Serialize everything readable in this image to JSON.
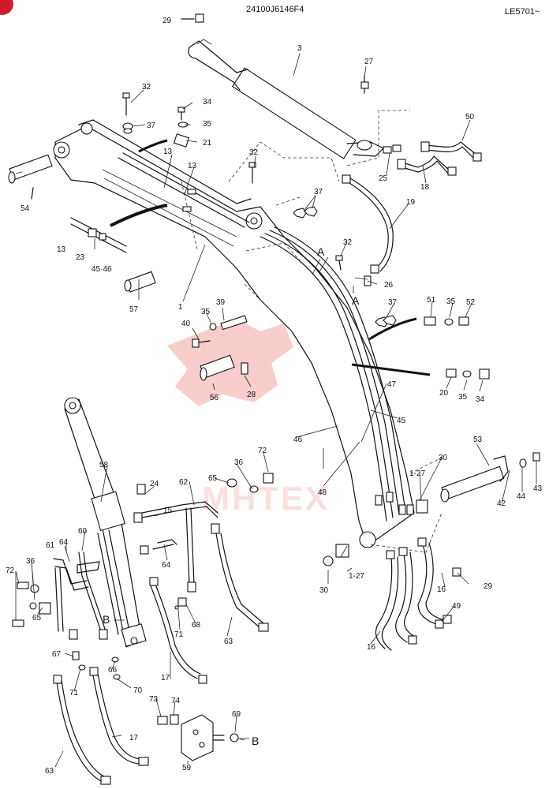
{
  "header": {
    "diagram_code": "24100J6146F4",
    "page_ref": "LE5701~"
  },
  "watermark": {
    "text": "MHTEX",
    "color": "#e8504a"
  },
  "corner_badge_color": "#d11a2a",
  "markers": {
    "A": "A",
    "B": "B"
  },
  "callouts": [
    {
      "id": "c1",
      "text": "29"
    },
    {
      "id": "c2",
      "text": "3"
    },
    {
      "id": "c3",
      "text": "27"
    },
    {
      "id": "c4",
      "text": "32"
    },
    {
      "id": "c5",
      "text": "34"
    },
    {
      "id": "c6",
      "text": "37"
    },
    {
      "id": "c7",
      "text": "35"
    },
    {
      "id": "c8",
      "text": "21"
    },
    {
      "id": "c9",
      "text": "50"
    },
    {
      "id": "c10",
      "text": "13"
    },
    {
      "id": "c11",
      "text": "13"
    },
    {
      "id": "c12",
      "text": "32"
    },
    {
      "id": "c13",
      "text": "25"
    },
    {
      "id": "c14",
      "text": "18"
    },
    {
      "id": "c15",
      "text": "54"
    },
    {
      "id": "c16",
      "text": "37"
    },
    {
      "id": "c17",
      "text": "19"
    },
    {
      "id": "c18",
      "text": "13"
    },
    {
      "id": "c19",
      "text": "23"
    },
    {
      "id": "c20",
      "text": "45·46"
    },
    {
      "id": "c21",
      "text": "32"
    },
    {
      "id": "c22",
      "text": "26"
    },
    {
      "id": "c23",
      "text": "57"
    },
    {
      "id": "c24",
      "text": "1"
    },
    {
      "id": "c25",
      "text": "39"
    },
    {
      "id": "c26",
      "text": "37"
    },
    {
      "id": "c27",
      "text": "51"
    },
    {
      "id": "c28",
      "text": "35"
    },
    {
      "id": "c29",
      "text": "52"
    },
    {
      "id": "c30",
      "text": "40"
    },
    {
      "id": "c31",
      "text": "35"
    },
    {
      "id": "c32",
      "text": "28"
    },
    {
      "id": "c33",
      "text": "56"
    },
    {
      "id": "c34",
      "text": "20"
    },
    {
      "id": "c35",
      "text": "35"
    },
    {
      "id": "c36",
      "text": "34"
    },
    {
      "id": "c37",
      "text": "47"
    },
    {
      "id": "c38",
      "text": "45"
    },
    {
      "id": "c39",
      "text": "46"
    },
    {
      "id": "c40",
      "text": "53"
    },
    {
      "id": "c41",
      "text": "58"
    },
    {
      "id": "c42",
      "text": "72"
    },
    {
      "id": "c43",
      "text": "36"
    },
    {
      "id": "c44",
      "text": "30"
    },
    {
      "id": "c45",
      "text": "48"
    },
    {
      "id": "c46",
      "text": "1-27"
    },
    {
      "id": "c47",
      "text": "42"
    },
    {
      "id": "c48",
      "text": "44"
    },
    {
      "id": "c49",
      "text": "43"
    },
    {
      "id": "c50",
      "text": "24"
    },
    {
      "id": "c51",
      "text": "62"
    },
    {
      "id": "c52",
      "text": "65"
    },
    {
      "id": "c53",
      "text": "15"
    },
    {
      "id": "c54",
      "text": "60"
    },
    {
      "id": "c55",
      "text": "64"
    },
    {
      "id": "c56",
      "text": "61"
    },
    {
      "id": "c57",
      "text": "64"
    },
    {
      "id": "c58",
      "text": "72"
    },
    {
      "id": "c59",
      "text": "36"
    },
    {
      "id": "c60",
      "text": "30"
    },
    {
      "id": "c61",
      "text": "1-27"
    },
    {
      "id": "c62",
      "text": "29"
    },
    {
      "id": "c63",
      "text": "16"
    },
    {
      "id": "c64",
      "text": "49"
    },
    {
      "id": "c65",
      "text": "65"
    },
    {
      "id": "c66",
      "text": "68"
    },
    {
      "id": "c67",
      "text": "71"
    },
    {
      "id": "c68",
      "text": "63"
    },
    {
      "id": "c69",
      "text": "67"
    },
    {
      "id": "c70",
      "text": "66"
    },
    {
      "id": "c71",
      "text": "71"
    },
    {
      "id": "c72",
      "text": "70"
    },
    {
      "id": "c73",
      "text": "17"
    },
    {
      "id": "c74",
      "text": "16"
    },
    {
      "id": "c75",
      "text": "73"
    },
    {
      "id": "c76",
      "text": "74"
    },
    {
      "id": "c77",
      "text": "69"
    },
    {
      "id": "c78",
      "text": "17"
    },
    {
      "id": "c79",
      "text": "63"
    },
    {
      "id": "c80",
      "text": "59"
    }
  ]
}
